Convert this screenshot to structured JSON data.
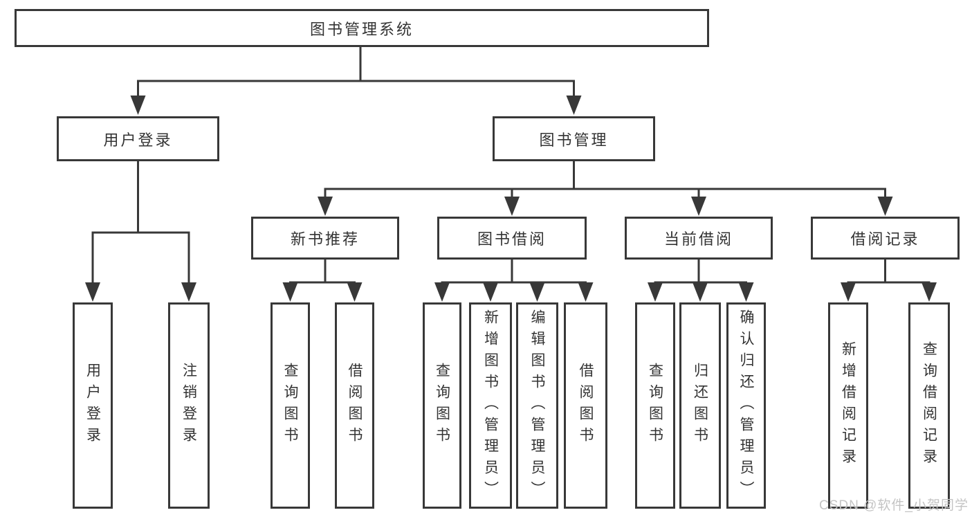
{
  "diagram": {
    "title": "图书管理系统",
    "level2": [
      {
        "label": "用户登录"
      },
      {
        "label": "图书管理"
      }
    ],
    "level3": [
      {
        "label": "新书推荐"
      },
      {
        "label": "图书借阅"
      },
      {
        "label": "当前借阅"
      },
      {
        "label": "借阅记录"
      }
    ],
    "leaves": {
      "user_login": [
        {
          "label": "用户登录"
        },
        {
          "label": "注销登录"
        }
      ],
      "new_book_recommend": [
        {
          "label": "查询图书"
        },
        {
          "label": "借阅图书"
        }
      ],
      "book_borrow": [
        {
          "label": "查询图书"
        },
        {
          "label": "新增图书（管理员）"
        },
        {
          "label": "编辑图书（管理员）"
        },
        {
          "label": "借阅图书"
        }
      ],
      "current_borrow": [
        {
          "label": "查询图书"
        },
        {
          "label": "归还图书"
        },
        {
          "label": "确认归还（管理员）"
        }
      ],
      "borrow_records": [
        {
          "label": "新增借阅记录"
        },
        {
          "label": "查询借阅记录"
        }
      ]
    },
    "watermark": "CSDN @软件_小贺同学",
    "colors": {
      "line": "#383838",
      "text": "#333333",
      "watermark": "#c4c4c4",
      "background": "#ffffff"
    }
  }
}
